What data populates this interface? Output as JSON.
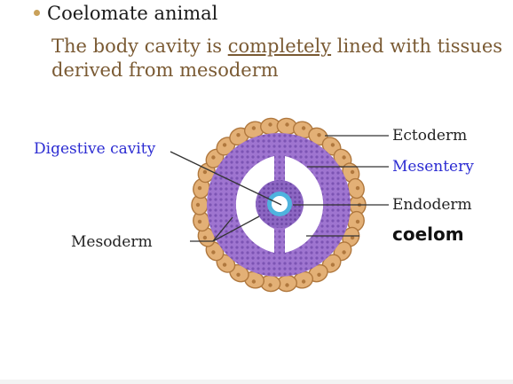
{
  "header": {
    "bullet_title": "Coelomate animal",
    "desc_before": "The body cavity is ",
    "desc_underlined": "completely",
    "desc_after": " lined with tissues derived from mesoderm"
  },
  "labels": {
    "digestive_cavity": "Digestive cavity",
    "mesoderm": "Mesoderm",
    "ectoderm": "Ectoderm",
    "mesentery": "Mesentery",
    "endoderm": "Endoderm",
    "coelom": "coelom"
  },
  "colors": {
    "ectoderm_fill": "#e3b076",
    "ectoderm_stroke": "#b0783e",
    "mesoderm_fill": "#9f75d0",
    "mesoderm_dots": "#7c54b4",
    "endoderm_fill": "#8c66c2",
    "lumen_ring": "#4fb3de",
    "accent_blue_text": "#2b2bd2",
    "desc_text": "#7a5a33",
    "bullet": "#c9a15a"
  }
}
